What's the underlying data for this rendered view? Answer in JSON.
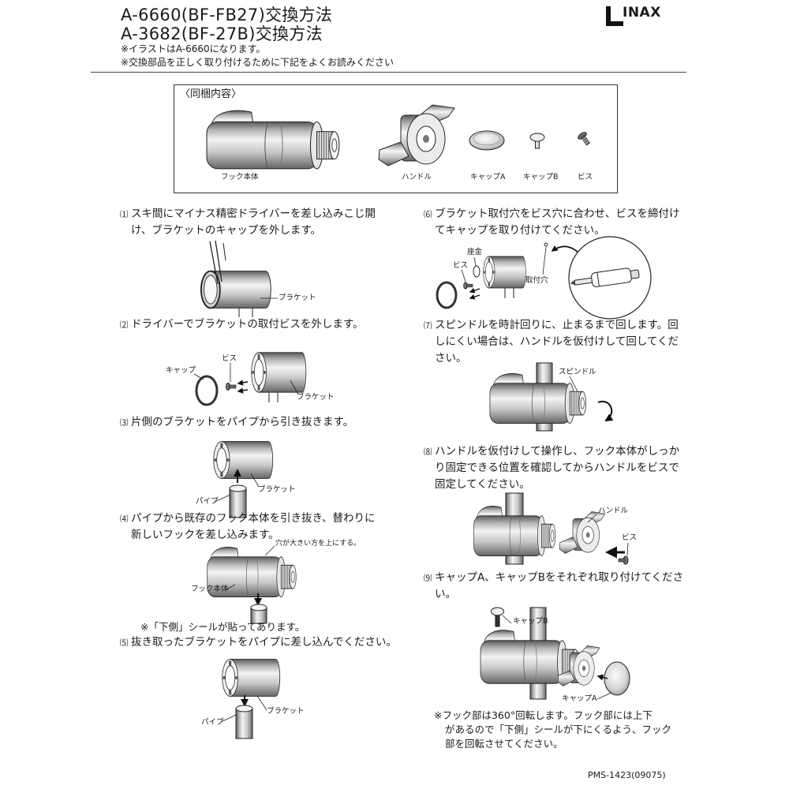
{
  "header": {
    "title_lines": [
      "A-6660(BF-FB27)交換方法",
      "A-3682(BF-27B)交換方法"
    ],
    "notes": [
      "※イラストはA-6660になります。",
      "※交換部品を正しく取り付けるために下記をよくお読みください"
    ],
    "logo_text": "INAX"
  },
  "contents": {
    "heading": "〈同梱内容〉",
    "items": [
      "フック本体",
      "ハンドル",
      "キャップA",
      "キャップB",
      "ビス"
    ]
  },
  "steps": [
    {
      "num": "⑴",
      "lines": [
        "スキ間にマイナス精密ドライバーを差し込みこじ開",
        "け、ブラケットのキャップを外します。"
      ],
      "labels": [
        "ブラケット"
      ]
    },
    {
      "num": "⑵",
      "lines": [
        "ドライバーでブラケットの取付ビスを外します。"
      ],
      "labels": [
        "ビス",
        "キャップ",
        "ブラケット"
      ]
    },
    {
      "num": "⑶",
      "lines": [
        "片側のブラケットをパイプから引き抜きます。"
      ],
      "labels": [
        "ブラケット",
        "パイプ"
      ]
    },
    {
      "num": "⑷",
      "lines": [
        "パイプから既存のフック本体を引き抜き、替わりに",
        "新しいフックを差し込みます。"
      ],
      "labels": [
        "穴が大きい方を上にする。",
        "フック本体"
      ],
      "note": "※「下側」シールが貼ってあります。"
    },
    {
      "num": "⑸",
      "lines": [
        "抜き取ったブラケットをパイプに差し込んでください。"
      ],
      "labels": [
        "ブラケット",
        "パイプ"
      ]
    },
    {
      "num": "⑹",
      "lines": [
        "ブラケット取付穴をビス穴に合わせ、ビスを締付け",
        "てキャップを取り付けてください。"
      ],
      "labels": [
        "座金",
        "ビス",
        "取付穴"
      ]
    },
    {
      "num": "⑺",
      "lines": [
        "スピンドルを時計回りに、止まるまで回します。回",
        "しにくい場合は、ハンドルを仮付けして回してくだ",
        "さい。"
      ],
      "labels": [
        "スピンドル"
      ]
    },
    {
      "num": "⑻",
      "lines": [
        "ハンドルを仮付けして操作し、フック本体がしっか",
        "り固定できる位置を確認してからハンドルをビスで",
        "固定してください。"
      ],
      "labels": [
        "ハンドル",
        "ビス"
      ]
    },
    {
      "num": "⑼",
      "lines": [
        "キャップA、キャップBをそれぞれ取り付けてくださ",
        "い。"
      ],
      "labels": [
        "キャップB",
        "キャップA"
      ],
      "note_lines": [
        "※フック部は360°回転します。フック部には上下",
        "があるので「下側」シールが下にくるよう、フック",
        "部を回転させてください。"
      ]
    }
  ],
  "footer": {
    "code": "PMS-1423(09075)"
  }
}
